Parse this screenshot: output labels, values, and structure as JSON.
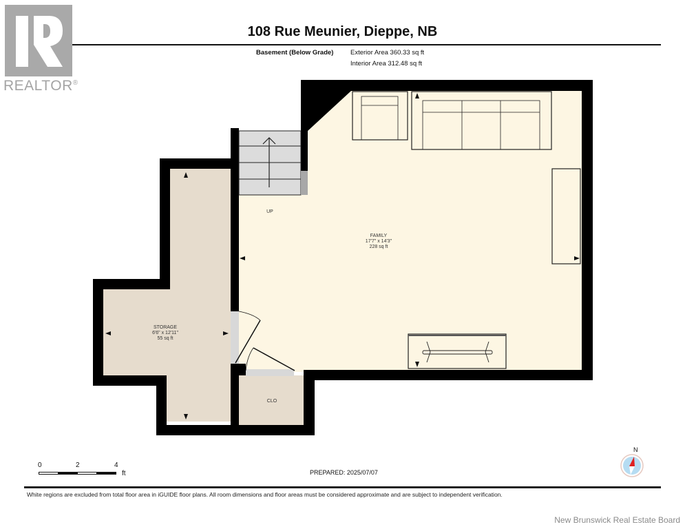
{
  "brand": {
    "logo_text": "REALTOR",
    "logo_mark": "®",
    "board": "New Brunswick Real Estate Board"
  },
  "header": {
    "title": "108 Rue Meunier, Dieppe, NB",
    "level": "Basement (Below Grade)",
    "exterior_area": "Exterior Area 360.33 sq ft",
    "interior_area": "Interior Area 312.48 sq ft"
  },
  "rooms": [
    {
      "name": "FAMILY",
      "dimensions": "17'7\" x 14'3\"",
      "area": "228 sq ft"
    },
    {
      "name": "STORAGE",
      "dimensions": "6'6\" x 12'11\"",
      "area": "55 sq ft"
    },
    {
      "name": "CLO"
    }
  ],
  "stairs": {
    "label": "UP"
  },
  "scale_bar": {
    "ticks": [
      "0",
      "2",
      "4"
    ],
    "unit": "ft"
  },
  "compass": {
    "label": "N"
  },
  "footer": {
    "prepared": "PREPARED: 2025/07/07",
    "disclaimer": "White regions are excluded from total floor area in iGUIDE floor plans. All room dimensions and floor areas must be considered approximate and are subject to independent verification."
  },
  "colors": {
    "family_fill": "#fdf6e3",
    "storage_fill": "#e6dccd",
    "stairs_fill": "#dcdcdc",
    "wall": "#000000"
  }
}
